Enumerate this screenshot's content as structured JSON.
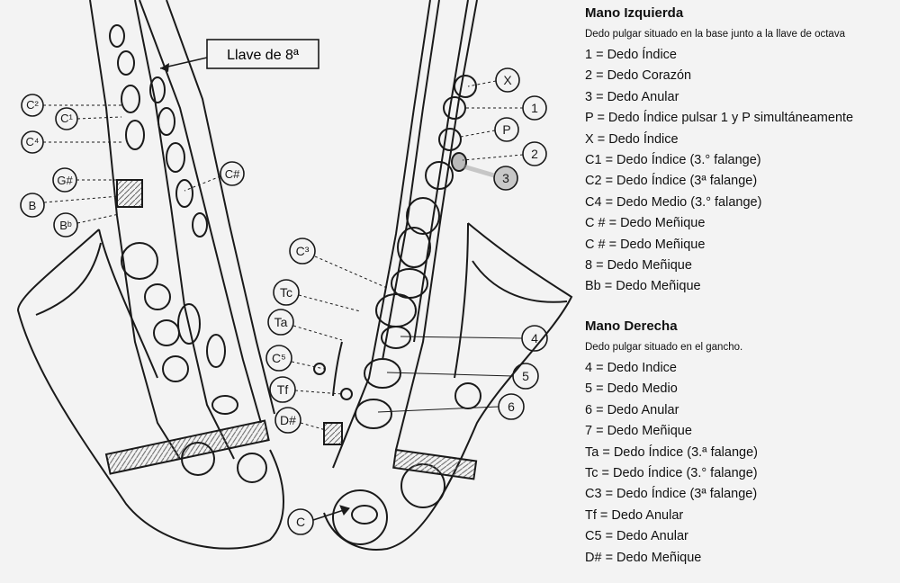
{
  "octave_callout": "Llave de 8ª",
  "left_sax_labels": [
    "C²",
    "C¹",
    "C⁴",
    "G#",
    "B",
    "Bᵇ",
    "C#"
  ],
  "right_sax_labels": [
    "X",
    "1",
    "P",
    "2",
    "3",
    "C³",
    "Tc",
    "Ta",
    "C⁵",
    "Tf",
    "D#",
    "4",
    "5",
    "6",
    "C"
  ],
  "left_hand": {
    "title": "Mano Izquierda",
    "note": "Dedo pulgar situado en la base junto a la llave de octava",
    "items": [
      "1 = Dedo Índice",
      "2 = Dedo Corazón",
      "3 = Dedo Anular",
      "P = Dedo Índice pulsar 1 y P simultáneamente",
      "X = Dedo Índice",
      "C1 = Dedo Índice (3.° falange)",
      "C2 = Dedo Índice (3ª falange)",
      "C4 = Dedo Medio (3.° falange)",
      "C # = Dedo Meñique",
      "C # = Dedo Meñique",
      "8 = Dedo Meñique",
      "Bb = Dedo Meñique"
    ]
  },
  "right_hand": {
    "title": "Mano Derecha",
    "note": "Dedo pulgar situado en el gancho.",
    "items": [
      "4 = Dedo Indice",
      "5 = Dedo Medio",
      "6 = Dedo Anular",
      "7 = Dedo Meñique",
      "Ta = Dedo Índice (3.ª falange)",
      "Tc = Dedo Índice (3.° falange)",
      "C3 = Dedo Índice (3ª falange)",
      "Tf = Dedo Anular",
      "C5 = Dedo Anular",
      "D# = Dedo Meñique"
    ]
  },
  "colors": {
    "ink": "#1a1a1a",
    "paper": "#f3f3f3",
    "highlight": "#c8c8c8"
  }
}
